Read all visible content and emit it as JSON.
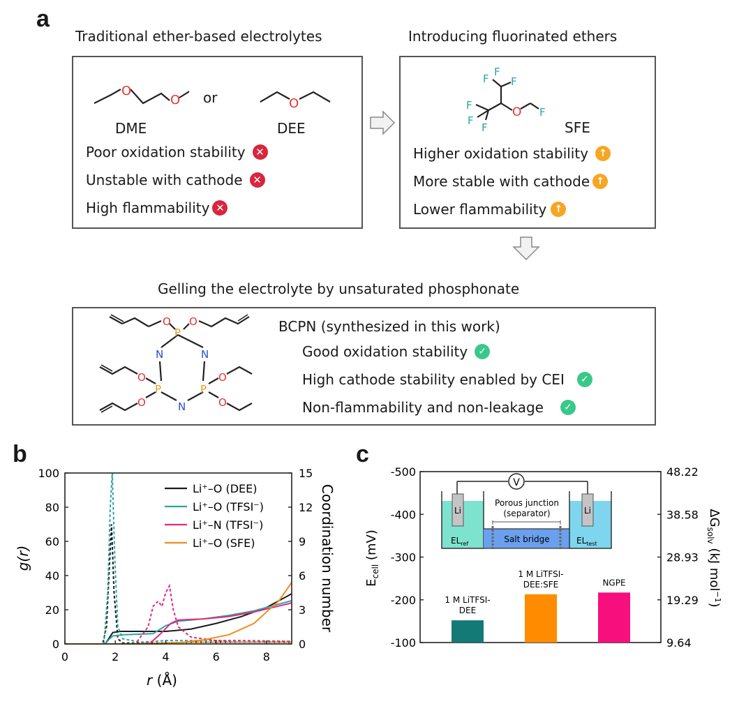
{
  "panel_a": {
    "letter": "a",
    "left_heading": "Traditional ether-based electrolytes",
    "right_heading": "Introducing fluorinated ethers",
    "or_text": "or",
    "dme_label": "DME",
    "dee_label": "DEE",
    "sfe_label": "SFE",
    "left_props": [
      "Poor oxidation stability",
      "Unstable with cathode",
      "High flammability"
    ],
    "right_props": [
      "Higher oxidation stability",
      "More stable with cathode",
      "Lower flammability"
    ],
    "bottom_heading": "Gelling the electrolyte by unsaturated phosphonate",
    "bcpn_label": "BCPN (synthesized in this work)",
    "bottom_props": [
      "Good oxidation stability",
      "High cathode stability enabled by CEI",
      "Non-flammability and non-leakage"
    ],
    "atom_O": "O",
    "atom_F": "F",
    "atom_N": "N",
    "atom_P": "P",
    "colors": {
      "cross": "#d7263d",
      "arrow_up": "#f5a623",
      "check": "#38c98a",
      "oxygen": "#e8332e",
      "fluorine": "#2aa4a4",
      "nitrogen": "#2a4bd7",
      "phosphorus": "#e89a1c"
    }
  },
  "panel_b": {
    "letter": "b",
    "chart_data": {
      "type": "line",
      "xlabel_prefix": "r",
      "xlabel_suffix": " (Å)",
      "ylabel": "g(r)",
      "y2label": "Coordination number",
      "xlim": [
        0,
        9
      ],
      "ylim": [
        0,
        100
      ],
      "y2lim": [
        0,
        15
      ],
      "xticks": [
        "0",
        "2",
        "4",
        "6",
        "8"
      ],
      "xtick_values": [
        0,
        2,
        4,
        6,
        8
      ],
      "yticks": [
        "0",
        "20",
        "40",
        "60",
        "80",
        "100"
      ],
      "yticks2": [
        "0",
        "3",
        "6",
        "9",
        "12",
        "15"
      ],
      "legend_position": "top-right",
      "series": [
        {
          "name": "Li⁺–O (DEE)",
          "color": "#1a1a1a",
          "gr": [
            [
              0,
              0
            ],
            [
              1.5,
              0
            ],
            [
              1.65,
              10
            ],
            [
              1.75,
              40
            ],
            [
              1.85,
              70
            ],
            [
              1.95,
              30
            ],
            [
              2.1,
              3
            ],
            [
              2.3,
              0.5
            ],
            [
              4,
              0.5
            ],
            [
              5,
              1
            ],
            [
              6,
              1
            ],
            [
              7,
              1
            ],
            [
              9,
              1
            ]
          ],
          "cn": [
            [
              0,
              0
            ],
            [
              1.6,
              0
            ],
            [
              1.75,
              0.5
            ],
            [
              1.9,
              1.0
            ],
            [
              2.2,
              1.1
            ],
            [
              4,
              1.1
            ],
            [
              5,
              1.3
            ],
            [
              6,
              1.8
            ],
            [
              7,
              2.4
            ],
            [
              8,
              3.2
            ],
            [
              9,
              4.4
            ]
          ]
        },
        {
          "name": "Li⁺–O (TFSI⁻)",
          "color": "#2aa4a4",
          "gr": [
            [
              0,
              0
            ],
            [
              1.55,
              0
            ],
            [
              1.7,
              30
            ],
            [
              1.8,
              80
            ],
            [
              1.88,
              100
            ],
            [
              1.98,
              50
            ],
            [
              2.1,
              10
            ],
            [
              2.3,
              3
            ],
            [
              3,
              1
            ],
            [
              4,
              2
            ],
            [
              5,
              2
            ],
            [
              6,
              2
            ],
            [
              7,
              1
            ],
            [
              9,
              1.5
            ]
          ],
          "cn": [
            [
              0,
              0
            ],
            [
              1.6,
              0
            ],
            [
              1.75,
              0.4
            ],
            [
              1.9,
              0.7
            ],
            [
              2.3,
              0.8
            ],
            [
              3.5,
              0.9
            ],
            [
              4,
              1.6
            ],
            [
              4.5,
              2.0
            ],
            [
              5.5,
              2.2
            ],
            [
              6.5,
              2.5
            ],
            [
              7.5,
              2.9
            ],
            [
              9,
              3.8
            ]
          ]
        },
        {
          "name": "Li⁺–N (TFSI⁻)",
          "color": "#e5267f",
          "gr": [
            [
              0,
              0
            ],
            [
              2.8,
              0
            ],
            [
              3.3,
              10
            ],
            [
              3.5,
              22
            ],
            [
              3.7,
              25
            ],
            [
              3.85,
              22
            ],
            [
              4.0,
              30
            ],
            [
              4.15,
              34
            ],
            [
              4.3,
              20
            ],
            [
              4.5,
              10
            ],
            [
              5,
              4
            ],
            [
              6,
              2
            ],
            [
              7,
              2
            ],
            [
              9,
              1.5
            ]
          ],
          "cn": [
            [
              0,
              0
            ],
            [
              3.0,
              0
            ],
            [
              3.4,
              0.1
            ],
            [
              3.8,
              0.9
            ],
            [
              4.2,
              1.8
            ],
            [
              4.5,
              2.1
            ],
            [
              5.5,
              2.2
            ],
            [
              6.5,
              2.4
            ],
            [
              7.5,
              2.8
            ],
            [
              9,
              3.6
            ]
          ]
        },
        {
          "name": "Li⁺–O (SFE)",
          "color": "#f08c1c",
          "gr": [
            [
              0,
              0
            ],
            [
              2.5,
              0
            ],
            [
              3.5,
              0.5
            ],
            [
              5,
              1
            ],
            [
              6,
              1
            ],
            [
              7,
              1
            ],
            [
              9,
              1
            ]
          ],
          "cn": [
            [
              0,
              0
            ],
            [
              3.8,
              0
            ],
            [
              4.5,
              0.1
            ],
            [
              5.5,
              0.35
            ],
            [
              6.5,
              0.8
            ],
            [
              7.5,
              1.8
            ],
            [
              8.5,
              3.8
            ],
            [
              9,
              5.4
            ]
          ]
        }
      ]
    }
  },
  "panel_c": {
    "letter": "c",
    "chart_data": {
      "type": "bar",
      "categories": [
        "1 M LiTFSI-DEE",
        "1 M LiTFSI-DEE:SFE",
        "NGPE"
      ],
      "category_label_lines": [
        [
          "1 M LiTFSI-",
          "DEE"
        ],
        [
          "1 M LiTFSI-",
          "DEE:SFE"
        ],
        [
          "NGPE"
        ]
      ],
      "values": [
        -152,
        -213,
        -217
      ],
      "colors": [
        "#137a76",
        "#ff8c00",
        "#f70f7e"
      ],
      "ylabel_main": "E",
      "ylabel_sub": "cell",
      "ylabel_unit": " (mV)",
      "y2label_main": "ΔG",
      "y2label_sub": "solv",
      "y2label_unit_pre": " (kJ mol",
      "y2label_unit_sup": "−1",
      "y2label_unit_post": ")",
      "ylim": [
        -100,
        -500
      ],
      "yticks": [
        "-500",
        "-400",
        "-300",
        "-200",
        "-100"
      ],
      "y2ticks": [
        "48.22",
        "38.58",
        "28.93",
        "19.29",
        "9.64"
      ]
    },
    "inset": {
      "voltmeter": "V",
      "electrode": "Li",
      "junction_line1": "Porous junction",
      "junction_line2": "(separator)",
      "salt_bridge": "Salt bridge",
      "el_ref_main": "EL",
      "el_ref_sub": "ref",
      "el_test_main": "EL",
      "el_test_sub": "test"
    }
  }
}
